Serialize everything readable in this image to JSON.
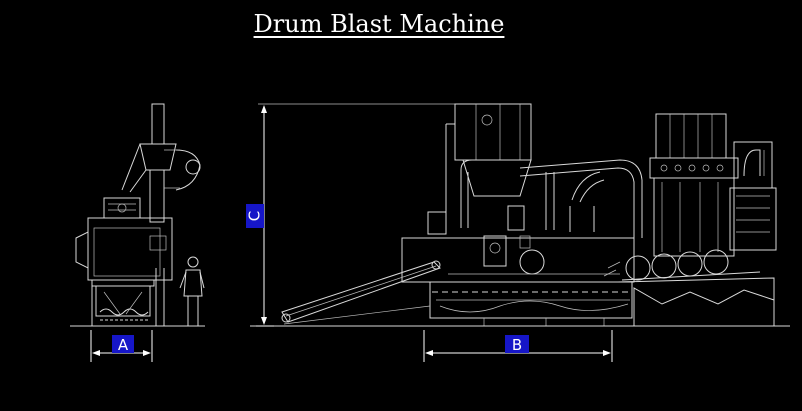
{
  "title": "Drum Blast Machine",
  "dimension_labels": {
    "a": "A",
    "b": "B",
    "c": "C"
  },
  "colors": {
    "background": "#000000",
    "linework": "#d9d9d9",
    "label_tag": "#1616c8",
    "label_text": "#ffffff"
  }
}
